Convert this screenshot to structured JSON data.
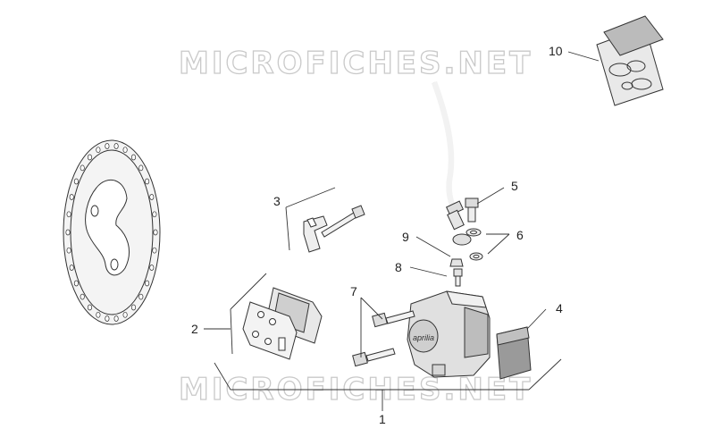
{
  "watermark": {
    "top": "MICROFICHES.NET",
    "bottom": "MICROFICHES.NET"
  },
  "callouts": {
    "c1": "1",
    "c2": "2",
    "c3": "3",
    "c4": "4",
    "c5": "5",
    "c6": "6",
    "c7": "7",
    "c8": "8",
    "c9": "9",
    "c10": "10"
  },
  "caliper_brand": "aprilia",
  "colors": {
    "line": "#333333",
    "part_fill": "#e6e6e6",
    "part_shade": "#b5b5b5",
    "shield_fill": "#9a9a9a",
    "watermark_stroke": "#c9c9c9"
  }
}
